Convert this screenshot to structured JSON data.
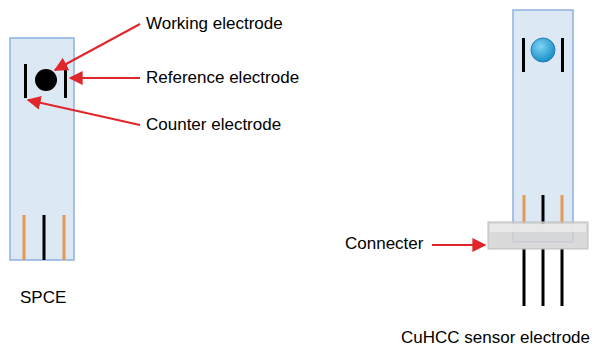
{
  "diagram": {
    "labels": [
      "Working electrode",
      "Reference electrode",
      "Counter electrode",
      "SPCE",
      "Connecter",
      "CuHCC sensor electrode"
    ]
  }
}
